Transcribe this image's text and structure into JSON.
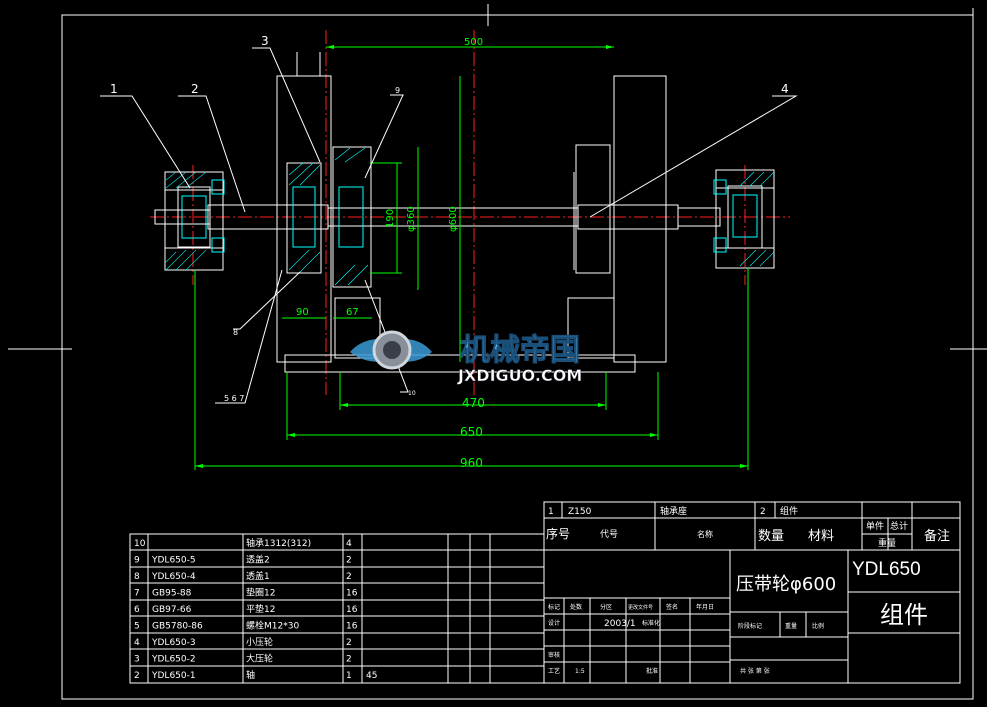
{
  "balloons": {
    "b1": "1",
    "b2": "2",
    "b3": "3",
    "b4": "4",
    "b9": "9",
    "b8": "8",
    "b567": "5 6 7",
    "b10": "10"
  },
  "dims": {
    "d500": "500",
    "d90": "90",
    "d67": "67",
    "d190": "190",
    "d360": "φ360",
    "d600": "φ600",
    "d470": "470",
    "d650": "650",
    "d960": "960"
  },
  "watermark": {
    "cn": "机械帝国",
    "en": "JXDIGUO.COM"
  },
  "parts": [
    {
      "no": "10",
      "code": "",
      "name": "轴承1312(312)",
      "qty": "4",
      "mat": ""
    },
    {
      "no": "9",
      "code": "YDL650-5",
      "name": "透盖2",
      "qty": "2",
      "mat": ""
    },
    {
      "no": "8",
      "code": "YDL650-4",
      "name": "透盖1",
      "qty": "2",
      "mat": ""
    },
    {
      "no": "7",
      "code": "GB95-88",
      "name": "垫圈12",
      "qty": "16",
      "mat": ""
    },
    {
      "no": "6",
      "code": "GB97-66",
      "name": "平垫12",
      "qty": "16",
      "mat": ""
    },
    {
      "no": "5",
      "code": "GB5780-86",
      "name": "螺栓M12*30",
      "qty": "16",
      "mat": ""
    },
    {
      "no": "4",
      "code": "YDL650-3",
      "name": "小压轮",
      "qty": "2",
      "mat": ""
    },
    {
      "no": "3",
      "code": "YDL650-2",
      "name": "大压轮",
      "qty": "2",
      "mat": ""
    },
    {
      "no": "2",
      "code": "YDL650-1",
      "name": "轴",
      "qty": "1",
      "mat": "45"
    }
  ],
  "upper": {
    "r1_no": "1",
    "r1_code": "Z150",
    "r1_name": "轴承座",
    "r1_qty": "2",
    "r1_mat": "组件"
  },
  "header": {
    "seq": "序号",
    "code": "代号",
    "name": "名称",
    "qty": "数量",
    "mat": "材料",
    "unit": "单件",
    "total": "总计",
    "weight": "重量",
    "remark": "备注"
  },
  "title": {
    "name": "压带轮φ600",
    "code": "YDL650",
    "kind": "组件",
    "date": "2003/1",
    "design": "设计",
    "mark": "标记",
    "count": "处数",
    "zone": "分区",
    "docno": "更改文件号",
    "sign": "签名",
    "ymd": "年月日",
    "std": "标准化",
    "audit": "审核",
    "craft": "工艺",
    "approve": "批准",
    "stage": "阶段标记",
    "weight": "重量",
    "ratio": "比例",
    "sheets": "共  张  第  张",
    "scale": "1:5"
  }
}
